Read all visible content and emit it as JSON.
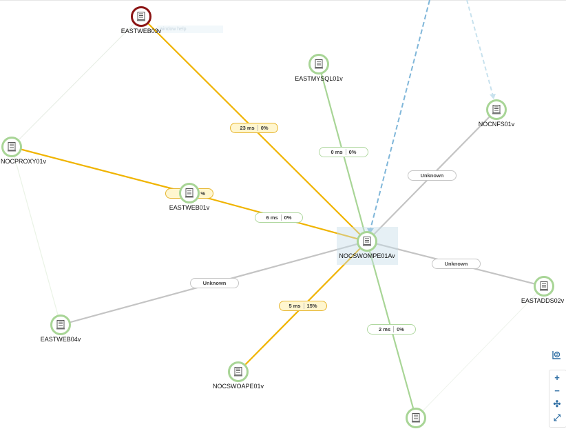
{
  "nodes": [
    {
      "id": "n-eastweb03",
      "label": "EASTWEB03v",
      "status": "critical"
    },
    {
      "id": "n-eastmysql",
      "label": "EASTMYSQL01v",
      "status": "ok"
    },
    {
      "id": "n-nocnfs",
      "label": "NOCNFS01v",
      "status": "ok"
    },
    {
      "id": "n-nocproxy",
      "label": "NOCPROXY01v",
      "status": "ok"
    },
    {
      "id": "n-eastweb01",
      "label": "EASTWEB01v",
      "status": "ok"
    },
    {
      "id": "n-nocswompe",
      "label": "NOCSWOMPE01Av",
      "status": "ok"
    },
    {
      "id": "n-eastadds",
      "label": "EASTADDS02v",
      "status": "ok"
    },
    {
      "id": "n-eastweb04",
      "label": "EASTWEB04v",
      "status": "ok"
    },
    {
      "id": "n-nocswoape",
      "label": "NOCSWOAPE01v",
      "status": "ok"
    },
    {
      "id": "n-bottom",
      "label": "",
      "status": "ok"
    }
  ],
  "links": [
    {
      "id": "l-web03-mid",
      "latency": "23 ms",
      "loss": "0%",
      "status": "warn"
    },
    {
      "id": "l-mysql-mid",
      "latency": "0 ms",
      "loss": "0%",
      "status": "ok"
    },
    {
      "id": "l-nfs-mid",
      "text": "Unknown",
      "status": "unknown"
    },
    {
      "id": "l-proxy-web01",
      "latency": "",
      "loss": "%",
      "status": "warn"
    },
    {
      "id": "l-web01-mid",
      "latency": "6 ms",
      "loss": "0%",
      "status": "ok"
    },
    {
      "id": "l-adds-mid",
      "text": "Unknown",
      "status": "unknown"
    },
    {
      "id": "l-web04-mid",
      "text": "Unknown",
      "status": "unknown"
    },
    {
      "id": "l-oape-mid",
      "latency": "5 ms",
      "loss": "15%",
      "status": "warn"
    },
    {
      "id": "l-bottom-mid",
      "latency": "2 ms",
      "loss": "0%",
      "status": "ok"
    }
  ],
  "tooltip_ghost": "window help",
  "controls": {
    "layout_label": "Layout",
    "zoom_in": "+",
    "zoom_out": "−",
    "fit": "✣",
    "fullscreen": "⤢"
  },
  "colors": {
    "ok": "#a8d596",
    "warn": "#f0b400",
    "unknown": "#c4c4c4",
    "critical": "#8b1414",
    "discovery": "#7fb6d9"
  }
}
